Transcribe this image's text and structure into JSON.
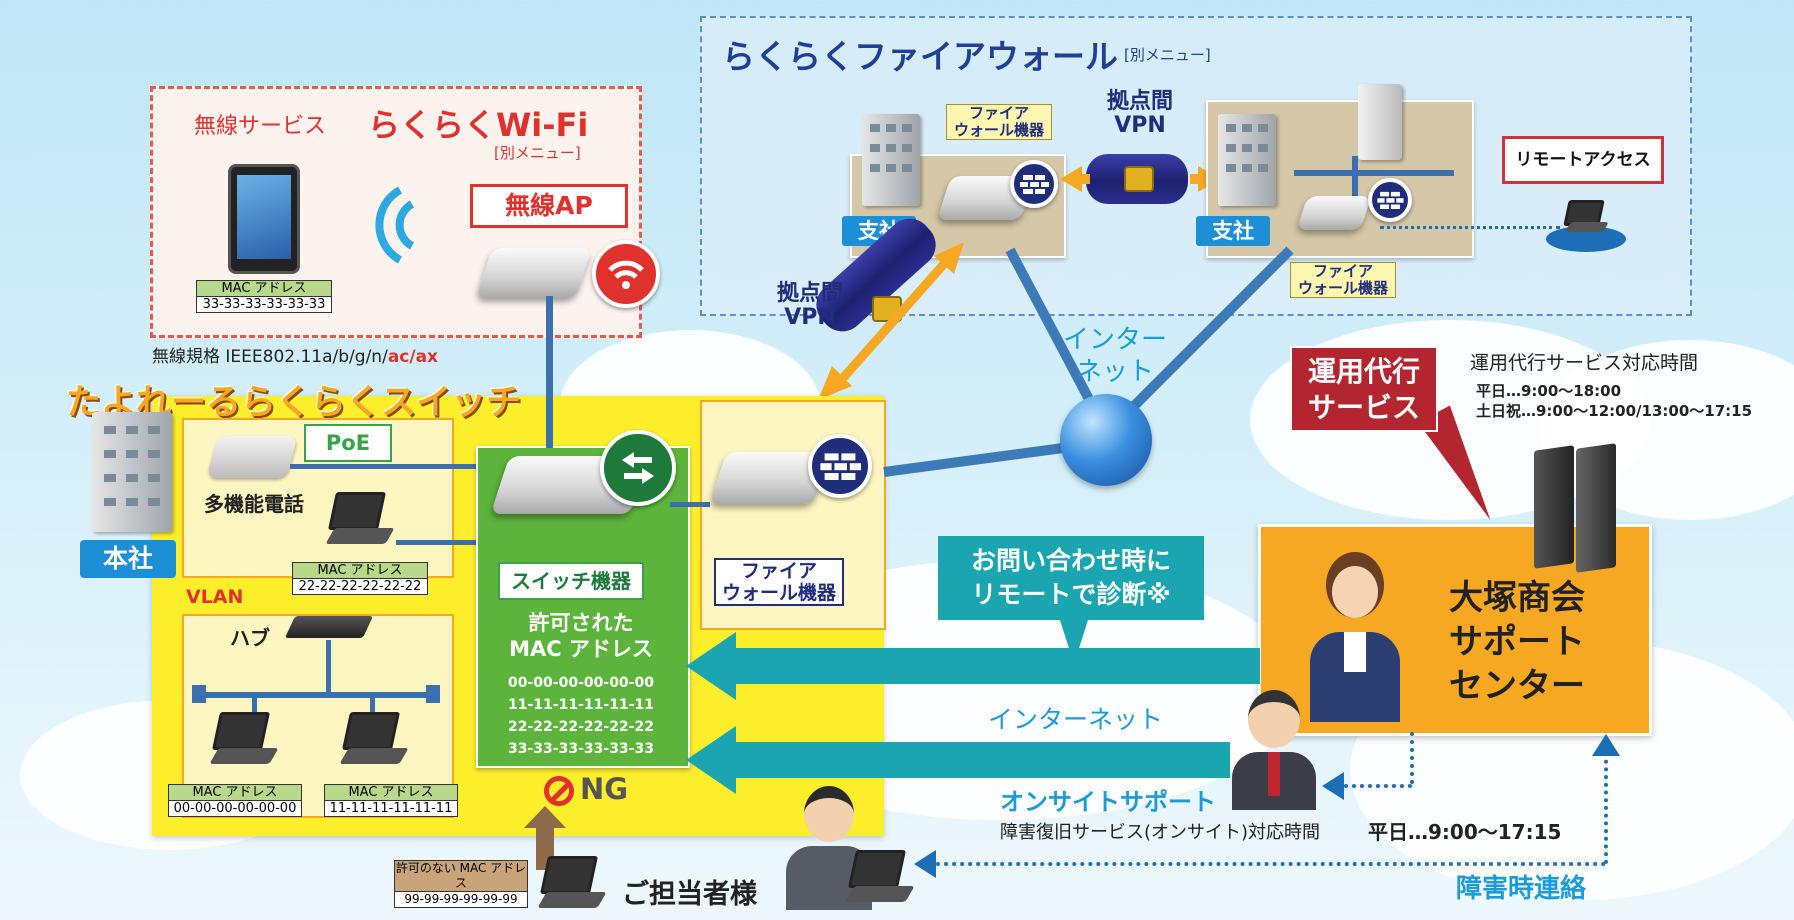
{
  "firewall_section": {
    "title": "らくらくファイアウォール",
    "menu_note": "[別メニュー]"
  },
  "wifi_section": {
    "prefix": "無線サービス",
    "title": "らくらくWi-Fi",
    "menu_note": "[別メニュー]",
    "ap_label": "無線AP",
    "tablet_mac_header": "MAC アドレス",
    "tablet_mac": "33-33-33-33-33-33",
    "standard_prefix": "無線規格 IEEE802.11a/b/g/n/",
    "standard_suffix": "ac/ax"
  },
  "switch_section": {
    "title": "たよれーるらくらくスイッチ",
    "hq_label": "本社",
    "poe_label": "PoE",
    "phone_label": "多機能電話",
    "vlan_label": "VLAN",
    "hub_label": "ハブ",
    "laptop_mac_header": "MAC アドレス",
    "laptop_mac": "22-22-22-22-22-22",
    "hub_laptop1_header": "MAC アドレス",
    "hub_laptop1_mac": "00-00-00-00-00-00",
    "hub_laptop2_header": "MAC アドレス",
    "hub_laptop2_mac": "11-11-11-11-11-11",
    "switch_device_label": "スイッチ機器",
    "allowed_title": "許可された\nMAC アドレス",
    "allowed_macs": [
      "00-00-00-00-00-00",
      "11-11-11-11-11-11",
      "22-22-22-22-22-22",
      "33-33-33-33-33-33"
    ],
    "ng_label": "NG",
    "ng_mac_header": "許可のない MAC アドレス",
    "ng_mac": "99-99-99-99-99-99",
    "hq_firewall_label": "ファイア\nウォール機器"
  },
  "branches": {
    "branch_label": "支社",
    "fw_label_top": "ファイア\nウォール機器",
    "fw_label_bottom": "ファイア\nウォール機器",
    "vpn_top": "拠点間\nVPN",
    "vpn_left": "拠点間\nVPN",
    "remote_access": "リモートアクセス"
  },
  "internet_label": "インター\nネット",
  "ops_service": {
    "label": "運用代行\nサービス",
    "hours_title": "運用代行サービス対応時間",
    "weekday": "平日…9:00〜18:00",
    "weekend": "土日祝…9:00〜12:00/13:00〜17:15"
  },
  "support_center": {
    "label": "大塚商会\nサポート\nセンター"
  },
  "remote_callout": "お問い合わせ時に\nリモートで診断※",
  "internet_arrow_label": "インターネット",
  "onsite": {
    "label": "オンサイトサポート",
    "hours_label": "障害復旧サービス(オンサイト)対応時間",
    "hours": "平日…9:00〜17:15"
  },
  "customer_label": "ご担当者様",
  "failure_contact": "障害時連絡",
  "colors": {
    "accent_red": "#e0322c",
    "teal": "#1ba5b0",
    "green": "#5db43c",
    "orange": "#f6a823",
    "navy": "#1e2070"
  }
}
